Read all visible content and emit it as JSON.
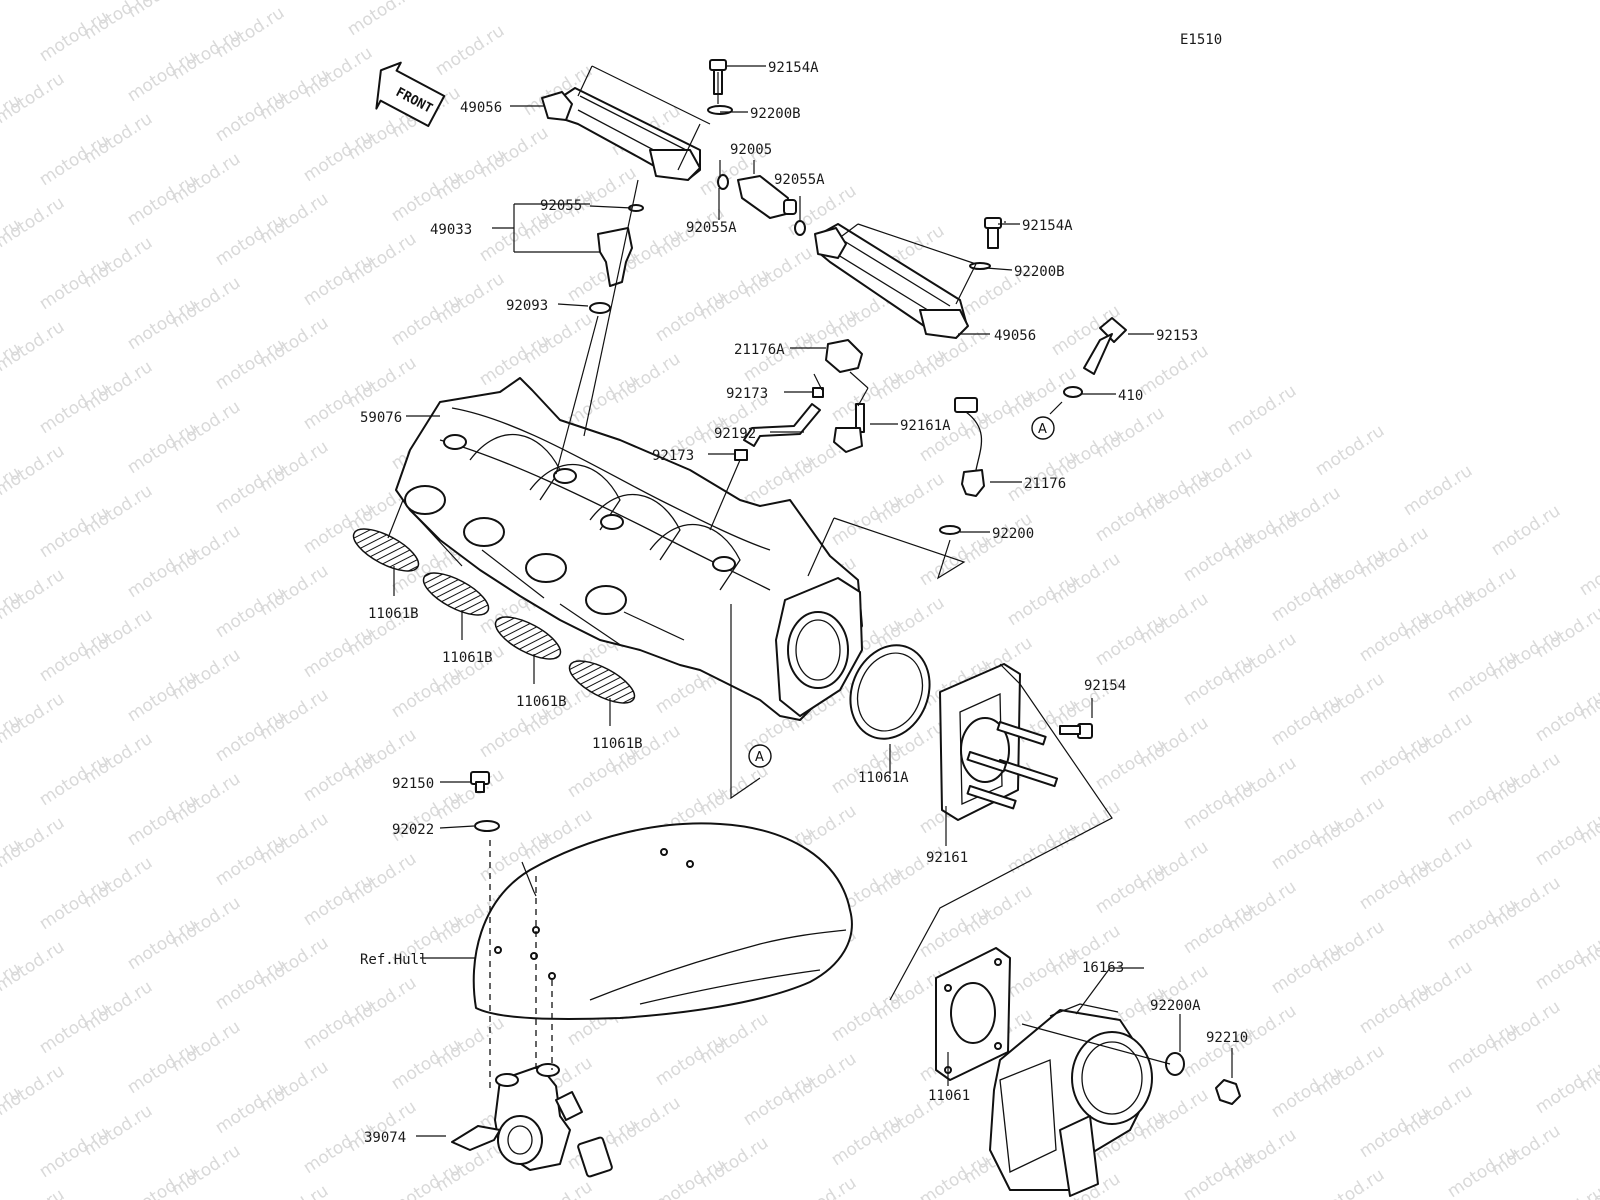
{
  "diagram_code": "E1510",
  "watermark": "motod.ru",
  "front_arrow": "FRONT",
  "circle_marker": "A",
  "reference_hull": "Ref.Hull",
  "parts": {
    "p92154A_top": "92154A",
    "p92200B_top": "92200B",
    "p49056_left": "49056",
    "p92005": "92005",
    "p92055A_right": "92055A",
    "p92055A_left": "92055A",
    "p92055": "92055",
    "p49033": "49033",
    "p92154A_right": "92154A",
    "p92200B_right": "92200B",
    "p92093": "92093",
    "p49056_right": "49056",
    "p92153": "92153",
    "p21176A": "21176A",
    "p410": "410",
    "p92173_top": "92173",
    "p92161A": "92161A",
    "p92192": "92192",
    "p59076": "59076",
    "p92173_bot": "92173",
    "p21176": "21176",
    "p92200": "92200",
    "p11061B_1": "11061B",
    "p11061B_2": "11061B",
    "p11061B_3": "11061B",
    "p11061B_4": "11061B",
    "p92154": "92154",
    "p11061A": "11061A",
    "p92150": "92150",
    "p92022": "92022",
    "p92161": "92161",
    "p16163": "16163",
    "p92200A": "92200A",
    "p92210": "92210",
    "p11061": "11061",
    "p39074": "39074"
  }
}
